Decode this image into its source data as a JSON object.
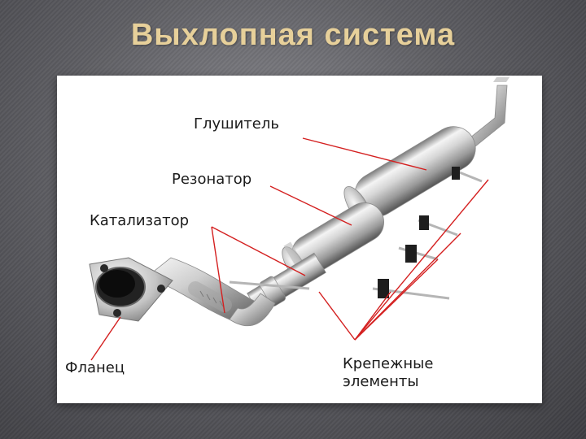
{
  "slide": {
    "title": "Выхлопная система"
  },
  "diagram": {
    "labels": {
      "muffler": "Глушитель",
      "resonator": "Резонатор",
      "catalyst": "Катализатор",
      "flange": "Фланец",
      "mounts": "Крепежные\nэлементы"
    },
    "colors": {
      "title": "#e7d09a",
      "leader_lines": "#d42020",
      "metal_light": "#f2f2f2",
      "metal_dark": "#8d8d8d"
    }
  }
}
